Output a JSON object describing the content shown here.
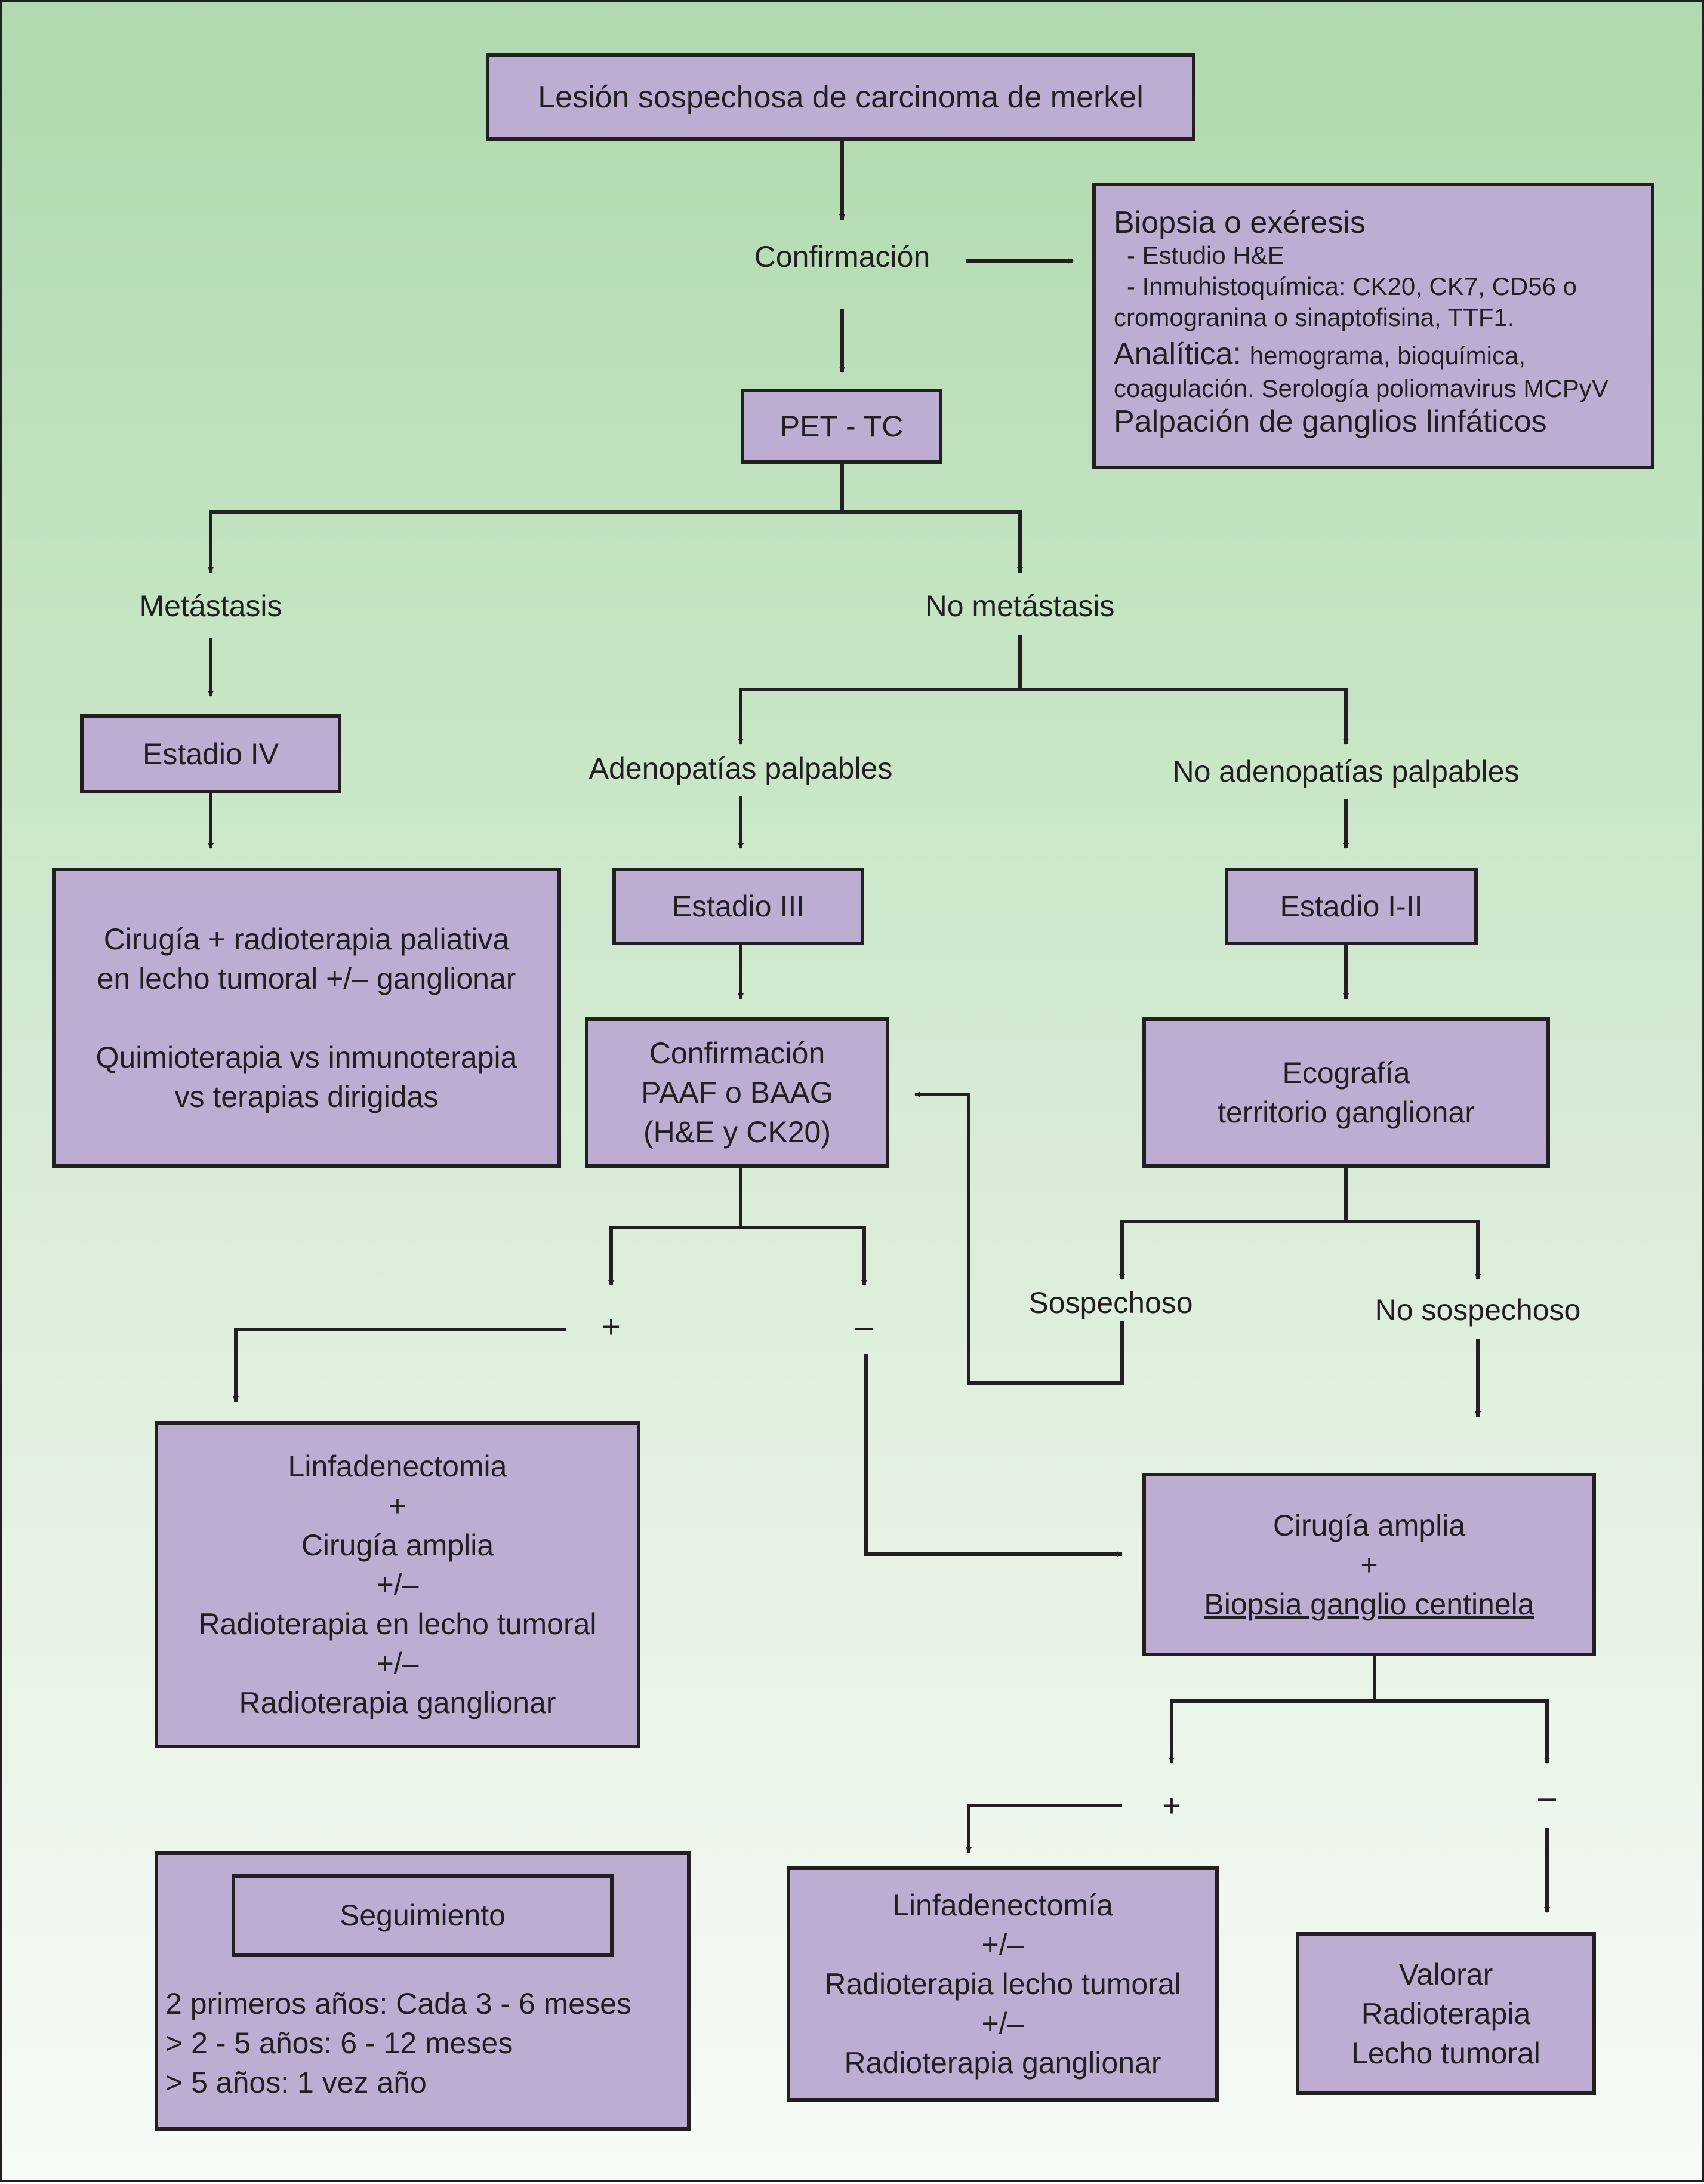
{
  "title": "Lesión sospechosa de carcinoma de merkel",
  "confirmacion": "Confirmación",
  "diagnostico": {
    "heading": "Biopsia o exéresis",
    "items": [
      "- Estudio H&E",
      "- Inmuhistoquímica: CK20, CK7, CD56 o",
      "cromogranina o sinaptofisina, TTF1."
    ],
    "analitica_label": "Analítica:",
    "analitica_text": "hemograma, bioquímica,",
    "analitica_text2": "coagulación. Serología poliomavirus MCPyV",
    "palpacion": "Palpación de ganglios linfáticos"
  },
  "pet": "PET - TC",
  "metastasis": "Metástasis",
  "no_metastasis": "No metástasis",
  "estadio_iv": "Estadio IV",
  "tratamiento_iv": {
    "line1": "Cirugía + radioterapia paliativa",
    "line2": "en lecho tumoral +/– ganglionar",
    "line3": "Quimioterapia vs inmunoterapia",
    "line4": "vs terapias dirigidas"
  },
  "adenopatias": "Adenopatías palpables",
  "no_adenopatias": "No adenopatías palpables",
  "estadio_iii": "Estadio III",
  "estadio_i_ii": "Estadio I-II",
  "confirmacion_paaf": [
    "Confirmación",
    "PAAF o BAAG",
    "(H&E y CK20)"
  ],
  "ecografia": [
    "Ecografía",
    "territorio ganglionar"
  ],
  "plus": "+",
  "minus": "–",
  "sospechoso": "Sospechoso",
  "no_sospechoso": "No sospechoso",
  "linfadenectomia_1": [
    "Linfadenectomia",
    "+",
    "Cirugía amplia",
    "+/–",
    "Radioterapia en lecho tumoral",
    "+/–",
    "Radioterapia ganglionar"
  ],
  "cirugia_amplia": [
    "Cirugía amplia",
    "+"
  ],
  "biopsia_centinela": "Biopsia ganglio centinela",
  "linfadenectomia_2": [
    "Linfadenectomía",
    "+/–",
    "Radioterapia lecho tumoral",
    "+/–",
    "Radioterapia ganglionar"
  ],
  "valorar": [
    "Valorar",
    "Radioterapia",
    "Lecho tumoral"
  ],
  "seguimiento": {
    "title": "Seguimiento",
    "lines": [
      "2 primeros años: Cada 3 - 6 meses",
      "> 2 - 5 años: 6 - 12 meses",
      "> 5 años: 1 vez año"
    ]
  },
  "colors": {
    "box_fill": "#bdadd3",
    "line": "#231f20",
    "bg_top": "#afd9ae",
    "bg_bottom": "#f7fbf6"
  }
}
